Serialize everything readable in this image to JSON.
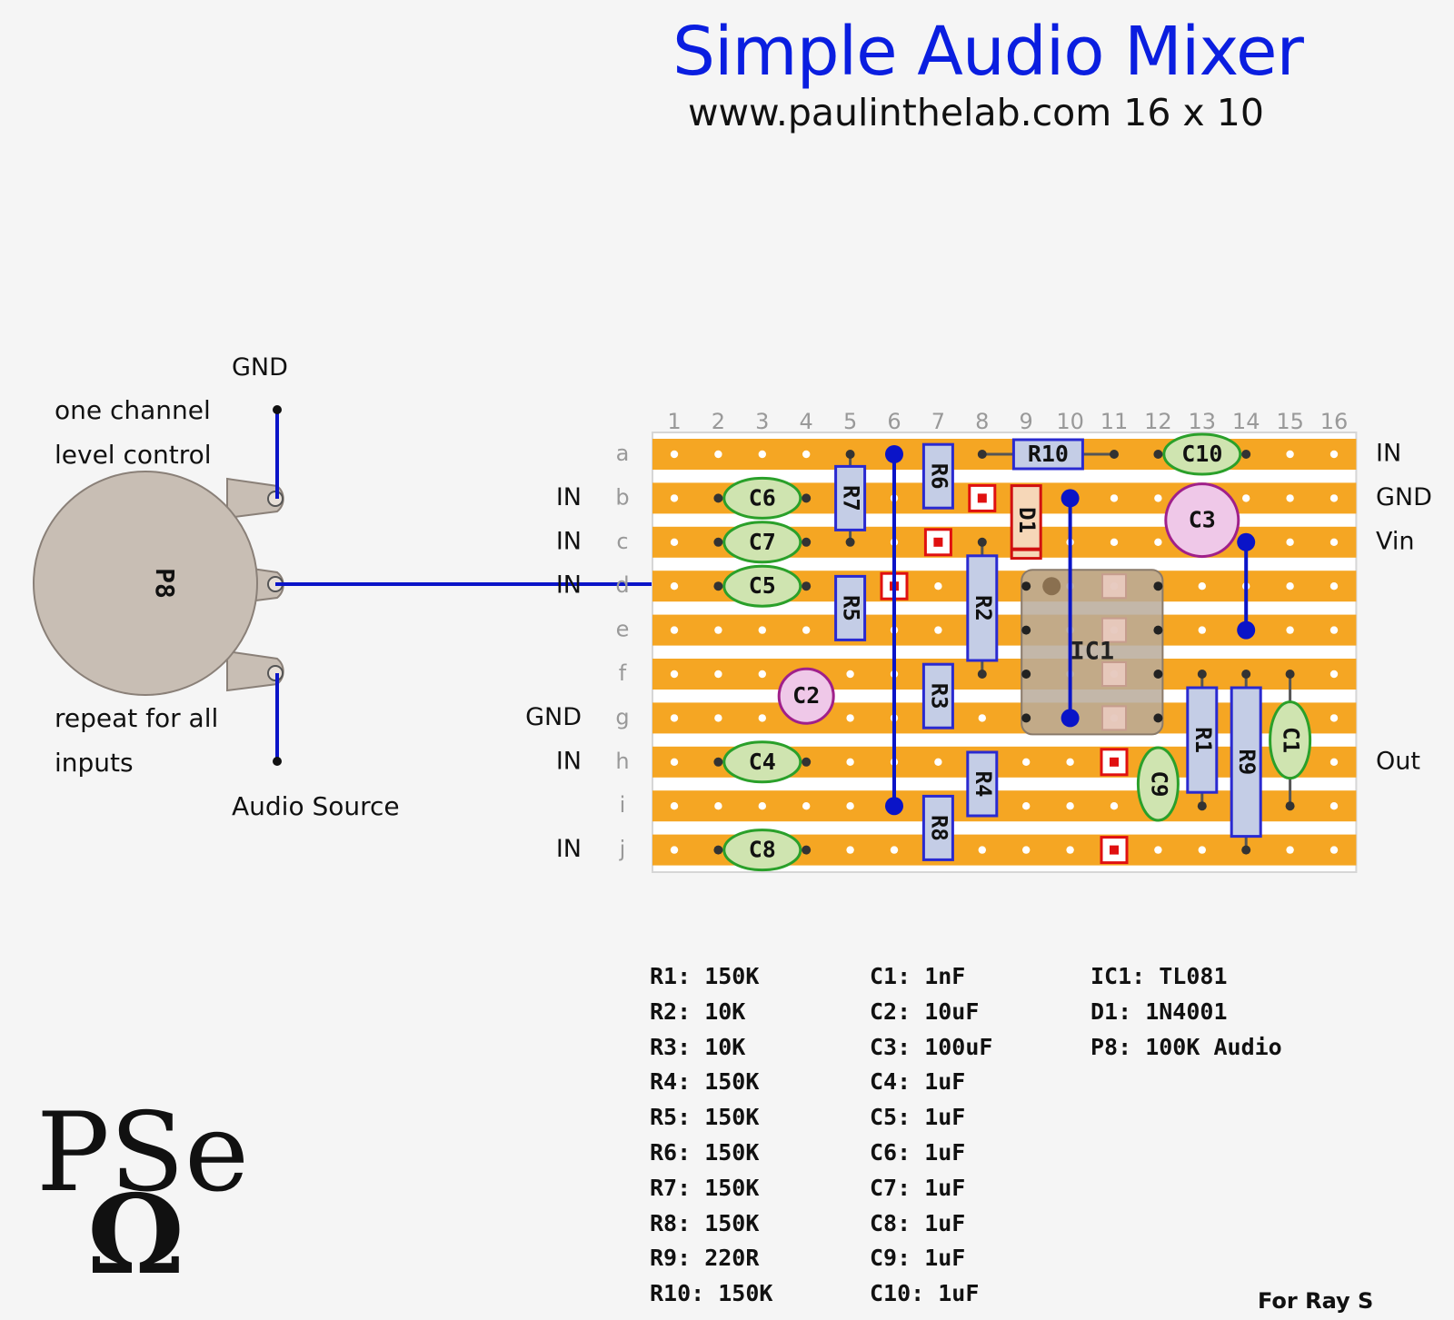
{
  "title": "Simple Audio Mixer",
  "subtitle": "www.paulinthelab.com 16 x 10",
  "pot": {
    "label": "P8",
    "note_top_line1": "one channel",
    "note_top_line2": "level control",
    "note_bottom_line1": "repeat for all",
    "note_bottom_line2": "inputs",
    "gnd_label": "GND",
    "source_label": "Audio Source"
  },
  "board": {
    "columns": [
      "1",
      "2",
      "3",
      "4",
      "5",
      "6",
      "7",
      "8",
      "9",
      "10",
      "11",
      "12",
      "13",
      "14",
      "15",
      "16"
    ],
    "rows": [
      "a",
      "b",
      "c",
      "d",
      "e",
      "f",
      "g",
      "h",
      "i",
      "j"
    ],
    "left_labels": [
      {
        "row": 1,
        "text": "IN"
      },
      {
        "row": 2,
        "text": "IN"
      },
      {
        "row": 3,
        "text": "IN"
      },
      {
        "row": 6,
        "text": "GND"
      },
      {
        "row": 7,
        "text": "IN"
      },
      {
        "row": 9,
        "text": "IN"
      }
    ],
    "right_labels": [
      {
        "row": 0,
        "text": "IN"
      },
      {
        "row": 1,
        "text": "GND"
      },
      {
        "row": 2,
        "text": "Vin"
      },
      {
        "row": 7,
        "text": "Out"
      }
    ],
    "resistors": [
      {
        "label": "R10",
        "orient": "h",
        "row": 0,
        "c1": 8,
        "c2": 11
      },
      {
        "label": "R6",
        "orient": "v",
        "col": 7,
        "r1": 0,
        "r2": 1
      },
      {
        "label": "R7",
        "orient": "v",
        "col": 5,
        "r1": 0,
        "r2": 2
      },
      {
        "label": "R5",
        "orient": "v",
        "col": 5,
        "r1": 3,
        "r2": 4
      },
      {
        "label": "R2",
        "orient": "v",
        "col": 8,
        "r1": 2,
        "r2": 5
      },
      {
        "label": "R3",
        "orient": "v",
        "col": 7,
        "r1": 5,
        "r2": 6
      },
      {
        "label": "R4",
        "orient": "v",
        "col": 8,
        "r1": 7,
        "r2": 8
      },
      {
        "label": "R8",
        "orient": "v",
        "col": 7,
        "r1": 8,
        "r2": 9
      },
      {
        "label": "R1",
        "orient": "v",
        "col": 13,
        "r1": 5,
        "r2": 8
      },
      {
        "label": "R9",
        "orient": "v",
        "col": 14,
        "r1": 5,
        "r2": 9
      }
    ],
    "diode": {
      "label": "D1",
      "col": 9,
      "r1": 1,
      "r2": 2
    },
    "caps": [
      {
        "label": "C6",
        "orient": "h",
        "row": 1,
        "c1": 2,
        "c2": 4
      },
      {
        "label": "C7",
        "orient": "h",
        "row": 2,
        "c1": 2,
        "c2": 4
      },
      {
        "label": "C5",
        "orient": "h",
        "row": 3,
        "c1": 2,
        "c2": 4
      },
      {
        "label": "C4",
        "orient": "h",
        "row": 7,
        "c1": 2,
        "c2": 4
      },
      {
        "label": "C8",
        "orient": "h",
        "row": 9,
        "c1": 2,
        "c2": 4
      },
      {
        "label": "C10",
        "orient": "h",
        "row": 0,
        "c1": 12,
        "c2": 14
      },
      {
        "label": "C9",
        "orient": "v",
        "col": 12,
        "r1": 7,
        "r2": 8
      },
      {
        "label": "C1",
        "orient": "v",
        "col": 15,
        "r1": 5,
        "r2": 8
      }
    ],
    "ecaps": [
      {
        "label": "C2",
        "col": 4,
        "r1": 5,
        "r2": 6
      },
      {
        "label": "C3",
        "col": 13,
        "r1": 1,
        "r2": 2
      }
    ],
    "ic": {
      "label": "IC1",
      "c1": 9,
      "c2": 12,
      "r1": 3,
      "r2": 6
    },
    "track_cuts": [
      {
        "col": 8,
        "row": 1
      },
      {
        "col": 7,
        "row": 2
      },
      {
        "col": 6,
        "row": 3
      },
      {
        "col": 11,
        "row": 7
      },
      {
        "col": 11,
        "row": 9
      }
    ],
    "links": [
      {
        "col": 6,
        "r1": 0,
        "r2": 8
      },
      {
        "col": 10,
        "r1": 1,
        "r2": 6
      },
      {
        "col": 14,
        "r1": 2,
        "r2": 4
      }
    ]
  },
  "parts_list": {
    "col1": [
      "R1: 150K",
      "R2: 10K",
      "R3: 10K",
      "R4: 150K",
      "R5: 150K",
      "R6: 150K",
      "R7: 150K",
      "R8: 150K",
      "R9: 220R",
      "R10: 150K"
    ],
    "col2": [
      "C1: 1nF",
      "C2: 10uF",
      "C3: 100uF",
      "C4: 1uF",
      "C5: 1uF",
      "C6: 1uF",
      "C7: 1uF",
      "C8: 1uF",
      "C9: 1uF",
      "C10: 1uF"
    ],
    "col3": [
      "IC1: TL081",
      "D1: 1N4001",
      "P8: 100K Audio"
    ]
  },
  "credit": "For Ray S",
  "logo_text": "PSe",
  "logo_symbol": "Ω",
  "colors": {
    "strip": "#f5a623",
    "board_gap": "#ffffff",
    "link": "#0a14c8",
    "resistor_fill": "#c4cde6",
    "resistor_border": "#2a2ad0",
    "cap_fill": "#cfe4b0",
    "cap_border": "#2aa02a",
    "ecap_fill": "#efc8e8",
    "ecap_border": "#a0208a",
    "diode_border": "#d01010",
    "ic_fill": "#b9aa9a",
    "cut": "#e01010",
    "title": "#0a1ee0"
  }
}
